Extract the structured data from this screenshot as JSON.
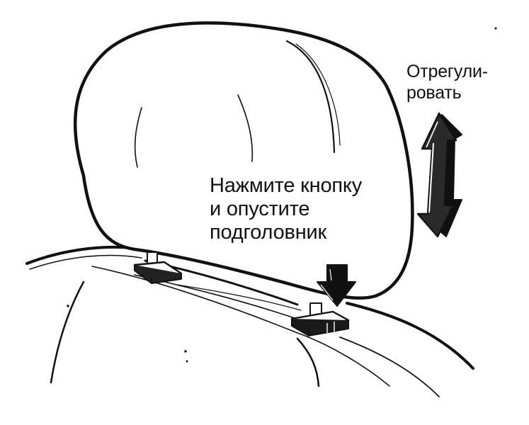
{
  "labels": {
    "adjust": {
      "line1": "Отрегули-",
      "line2": "ровать"
    },
    "press_and_lower": {
      "line1": "Нажмите кнопку",
      "line2": "и опустите",
      "line3": "подголовник"
    }
  },
  "colors": {
    "ink": "#111111",
    "background": "#ffffff"
  }
}
